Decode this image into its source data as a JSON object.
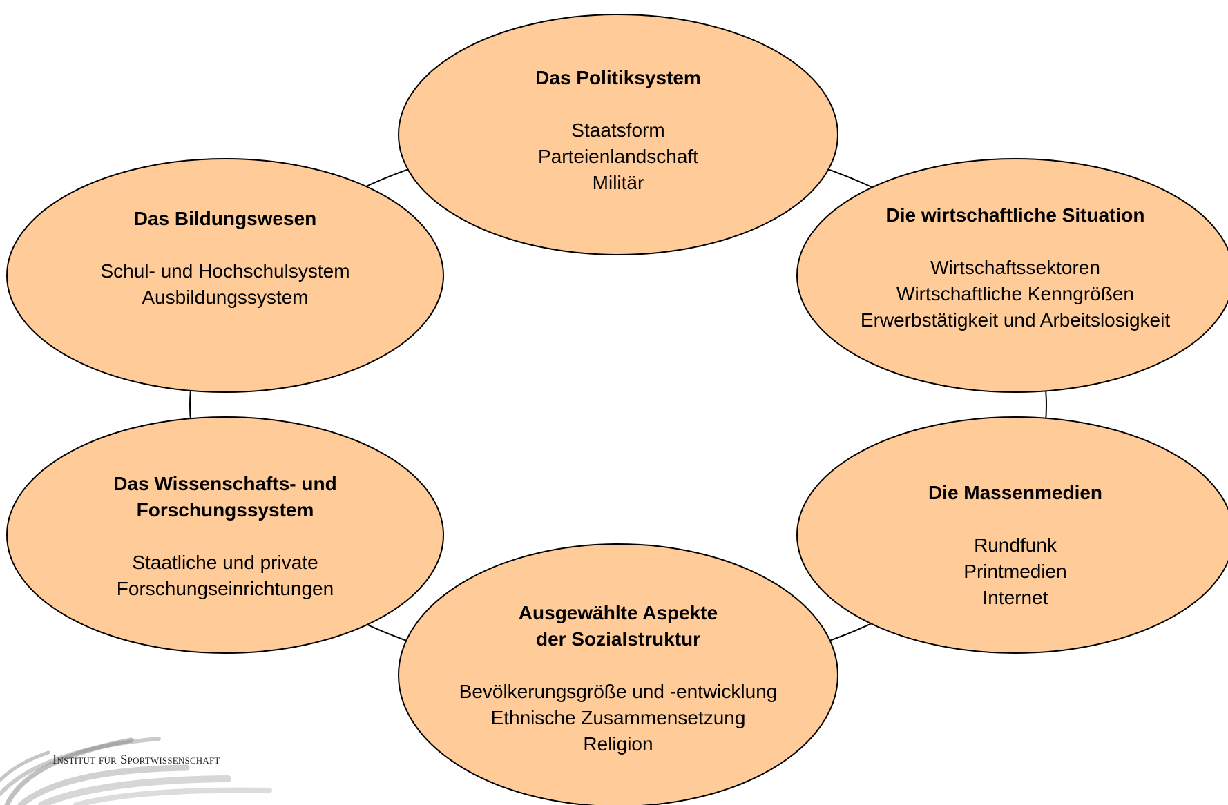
{
  "diagram": {
    "fill_color": "#FECB99",
    "stroke_color": "#000000",
    "nodes": [
      {
        "id": "politiksystem",
        "title": "Das Politiksystem",
        "items": [
          "Staatsform",
          "Parteienlandschaft",
          "Militär"
        ]
      },
      {
        "id": "bildungswesen",
        "title": "Das Bildungswesen",
        "items": [
          "Schul- und Hochschulsystem",
          "Ausbildungssystem"
        ]
      },
      {
        "id": "wirtschaft",
        "title": "Die wirtschaftliche Situation",
        "items": [
          "Wirtschaftssektoren",
          "Wirtschaftliche Kenngrößen",
          "Erwerbstätigkeit und Arbeitslosigkeit"
        ]
      },
      {
        "id": "wissenschaft",
        "title": "Das Wissenschafts- und\nForschungssystem",
        "items": [
          "Staatliche und private",
          "Forschungseinrichtungen"
        ]
      },
      {
        "id": "massenmedien",
        "title": "Die Massenmedien",
        "items": [
          "Rundfunk",
          "Printmedien",
          "Internet"
        ]
      },
      {
        "id": "sozialstruktur",
        "title": "Ausgewählte Aspekte\nder Sozialstruktur",
        "items": [
          "Bevölkerungsgröße und -entwicklung",
          "Ethnische Zusammensetzung",
          "Religion"
        ]
      }
    ]
  },
  "logo": {
    "text": "Institut für Sportwissenschaft",
    "color": "#8C8C8C"
  }
}
